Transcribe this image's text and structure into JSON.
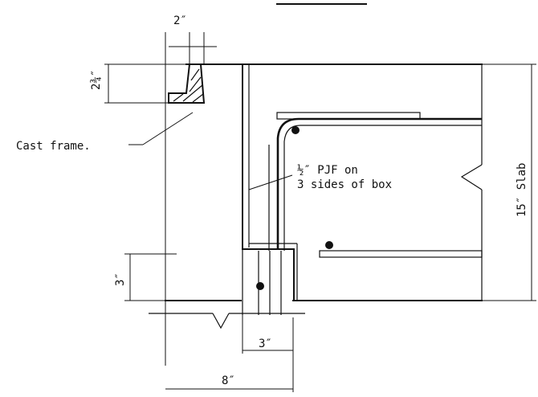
{
  "drawing": {
    "labels": {
      "top_dim": "2″",
      "frame_height_dim": "2¾″",
      "cast_frame": "Cast frame.",
      "pjf_line1": "½″ PJF on",
      "pjf_line2": "3 sides of box",
      "slab_dim": "15″ Slab",
      "left_step_dim": "3″",
      "box_width_dim": "3″",
      "overall_width_dim": "8″"
    },
    "rebar_count": 3
  }
}
